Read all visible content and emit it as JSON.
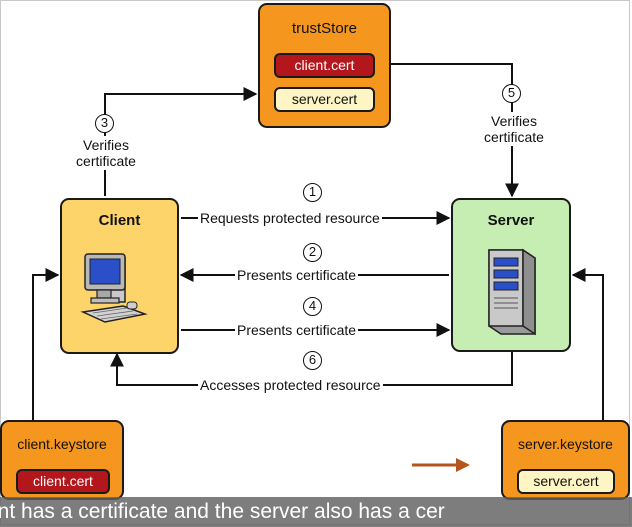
{
  "trust_store": {
    "title": "trustStore",
    "client_cert": "client.cert",
    "server_cert": "server.cert"
  },
  "client": {
    "title": "Client"
  },
  "server": {
    "title": "Server"
  },
  "client_keystore": {
    "title": "client.keystore",
    "cert": "client.cert"
  },
  "server_keystore": {
    "title": "server.keystore",
    "cert": "server.cert"
  },
  "steps": [
    {
      "num": "1",
      "label": "Requests protected resource"
    },
    {
      "num": "2",
      "label": "Presents certificate"
    },
    {
      "num": "3",
      "label": "Verifies certificate"
    },
    {
      "num": "4",
      "label": "Presents certificate"
    },
    {
      "num": "5",
      "label": "Verifies certificate"
    },
    {
      "num": "6",
      "label": "Accesses protected resource"
    }
  ],
  "caption": "ent has a certificate and the server also has a cer",
  "colors": {
    "store_box": "#f5961e",
    "client_box": "#fdd46a",
    "server_box": "#c7eeb2",
    "cert_red": "#b3161b",
    "cert_cream": "#fdf6c4",
    "pointer_arrow": "#b5541c"
  },
  "icons": [
    "computer-icon",
    "server-tower-icon",
    "pointer-arrow-icon"
  ]
}
